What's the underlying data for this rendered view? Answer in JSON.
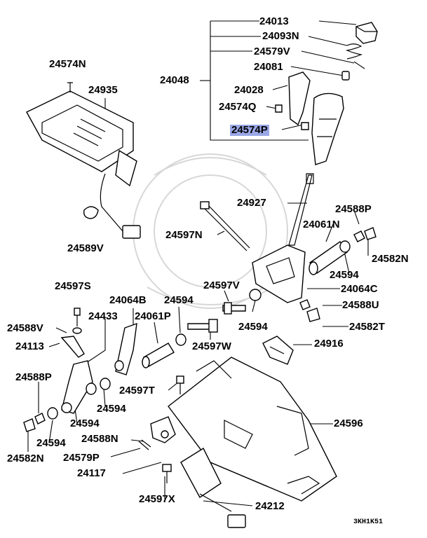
{
  "figure_code": "3KH1K51",
  "highlight_color": "#9aa7e6",
  "parts": [
    {
      "id": "p24013",
      "label": "24013"
    },
    {
      "id": "p24093N",
      "label": "24093N"
    },
    {
      "id": "p24579V",
      "label": "24579V"
    },
    {
      "id": "p24081",
      "label": "24081"
    },
    {
      "id": "p24048",
      "label": "24048"
    },
    {
      "id": "p24028",
      "label": "24028"
    },
    {
      "id": "p24574Q",
      "label": "24574Q"
    },
    {
      "id": "p24574P",
      "label": "24574P",
      "highlighted": true
    },
    {
      "id": "p24574N",
      "label": "24574N"
    },
    {
      "id": "p24935",
      "label": "24935"
    },
    {
      "id": "p24927",
      "label": "24927"
    },
    {
      "id": "p24588P_a",
      "label": "24588P"
    },
    {
      "id": "p24061N",
      "label": "24061N"
    },
    {
      "id": "p24582N_a",
      "label": "24582N"
    },
    {
      "id": "p24597N",
      "label": "24597N"
    },
    {
      "id": "p24589V",
      "label": "24589V"
    },
    {
      "id": "p24594_a",
      "label": "24594"
    },
    {
      "id": "p24064C",
      "label": "24064C"
    },
    {
      "id": "p24597S",
      "label": "24597S"
    },
    {
      "id": "p24597V",
      "label": "24597V"
    },
    {
      "id": "p24588U",
      "label": "24588U"
    },
    {
      "id": "p24064B",
      "label": "24064B"
    },
    {
      "id": "p24594_b",
      "label": "24594"
    },
    {
      "id": "p24433",
      "label": "24433"
    },
    {
      "id": "p24061P",
      "label": "24061P"
    },
    {
      "id": "p24594_c",
      "label": "24594"
    },
    {
      "id": "p24582T",
      "label": "24582T"
    },
    {
      "id": "p24588V",
      "label": "24588V"
    },
    {
      "id": "p24113",
      "label": "24113"
    },
    {
      "id": "p24597W",
      "label": "24597W"
    },
    {
      "id": "p24916",
      "label": "24916"
    },
    {
      "id": "p24588P_b",
      "label": "24588P"
    },
    {
      "id": "p24597T",
      "label": "24597T"
    },
    {
      "id": "p24594_d",
      "label": "24594"
    },
    {
      "id": "p24594_e",
      "label": "24594"
    },
    {
      "id": "p24596",
      "label": "24596"
    },
    {
      "id": "p24594_f",
      "label": "24594"
    },
    {
      "id": "p24588N",
      "label": "24588N"
    },
    {
      "id": "p24582N_b",
      "label": "24582N"
    },
    {
      "id": "p24579P",
      "label": "24579P"
    },
    {
      "id": "p24117",
      "label": "24117"
    },
    {
      "id": "p24597X",
      "label": "24597X"
    },
    {
      "id": "p24212",
      "label": "24212"
    }
  ]
}
